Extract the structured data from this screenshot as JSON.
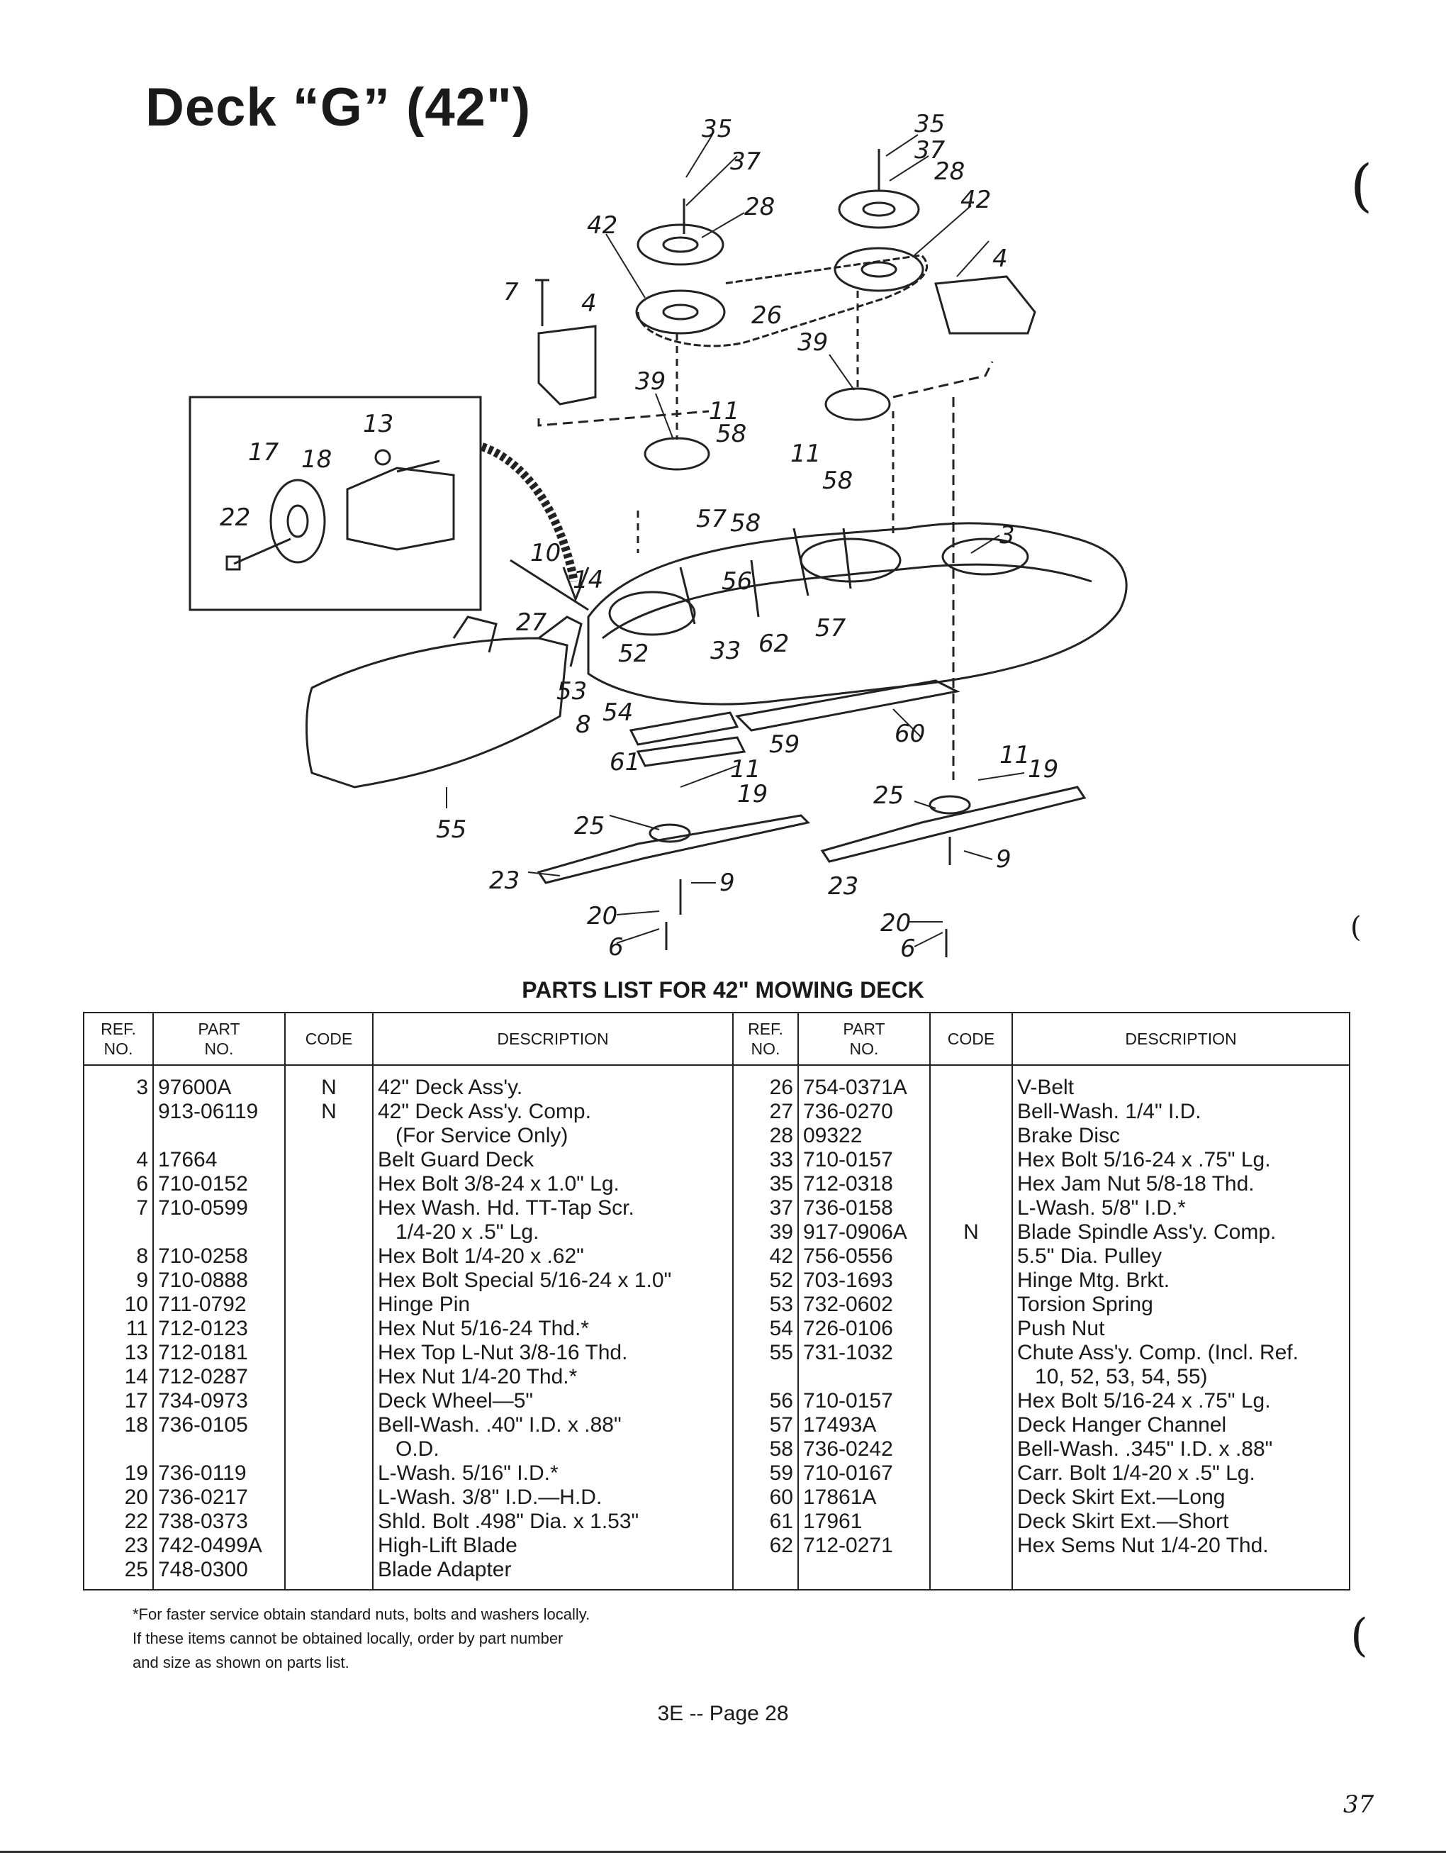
{
  "page": {
    "title": "Deck “G” (42\")",
    "parts_list_title": "PARTS LIST FOR 42\" MOWING DECK",
    "page_label": "3E -- Page 28",
    "corner_mark": "37",
    "footnote": "*For faster service obtain standard nuts, bolts and washers locally.\nIf these items cannot be obtained locally, order by part number\nand size as shown on parts list."
  },
  "diagram": {
    "callouts": [
      "35",
      "37",
      "28",
      "42",
      "7",
      "4",
      "26",
      "35",
      "37",
      "28",
      "42",
      "4",
      "39",
      "39",
      "13",
      "17",
      "18",
      "22",
      "11",
      "58",
      "11",
      "58",
      "57",
      "58",
      "3",
      "10",
      "14",
      "56",
      "27",
      "57",
      "52",
      "33",
      "62",
      "53",
      "8",
      "54",
      "60",
      "59",
      "61",
      "11",
      "19",
      "11",
      "19",
      "25",
      "25",
      "55",
      "23",
      "9",
      "9",
      "23",
      "20",
      "20",
      "6",
      "6"
    ]
  },
  "table": {
    "headers": {
      "ref": "REF.\nNO.",
      "part": "PART\nNO.",
      "code": "CODE",
      "description": "DESCRIPTION"
    },
    "left": {
      "ref": [
        "3",
        "",
        "",
        "4",
        "6",
        "7",
        "",
        "8",
        "9",
        "10",
        "11",
        "13",
        "14",
        "17",
        "18",
        "",
        "19",
        "20",
        "22",
        "23",
        "25"
      ],
      "part": [
        "97600A",
        "913-06119",
        "",
        "17664",
        "710-0152",
        "710-0599",
        "",
        "710-0258",
        "710-0888",
        "711-0792",
        "712-0123",
        "712-0181",
        "712-0287",
        "734-0973",
        "736-0105",
        "",
        "736-0119",
        "736-0217",
        "738-0373",
        "742-0499A",
        "748-0300"
      ],
      "code": [
        "N",
        "N",
        "",
        "",
        "",
        "",
        "",
        "",
        "",
        "",
        "",
        "",
        "",
        "",
        "",
        "",
        "",
        "",
        "",
        "",
        ""
      ],
      "description": [
        "42\" Deck Ass'y.",
        "42\" Deck Ass'y. Comp.",
        "   (For Service Only)",
        "Belt Guard Deck",
        "Hex Bolt 3/8-24 x 1.0\" Lg.",
        "Hex Wash. Hd. TT-Tap Scr.",
        "   1/4-20 x .5\" Lg.",
        "Hex Bolt 1/4-20 x .62\"",
        "Hex Bolt Special 5/16-24 x 1.0\"",
        "Hinge Pin",
        "Hex Nut 5/16-24 Thd.*",
        "Hex Top L-Nut 3/8-16 Thd.",
        "Hex Nut 1/4-20 Thd.*",
        "Deck Wheel—5\"",
        "Bell-Wash. .40\" I.D. x .88\"",
        "   O.D.",
        "L-Wash. 5/16\" I.D.*",
        "L-Wash. 3/8\" I.D.—H.D.",
        "Shld. Bolt .498\" Dia. x 1.53\"",
        "High-Lift Blade",
        "Blade Adapter"
      ]
    },
    "right": {
      "ref": [
        "26",
        "27",
        "28",
        "33",
        "35",
        "37",
        "39",
        "42",
        "52",
        "53",
        "54",
        "55",
        "",
        "56",
        "57",
        "58",
        "59",
        "60",
        "61",
        "62"
      ],
      "part": [
        "754-0371A",
        "736-0270",
        "09322",
        "710-0157",
        "712-0318",
        "736-0158",
        "917-0906A",
        "756-0556",
        "703-1693",
        "732-0602",
        "726-0106",
        "731-1032",
        "",
        "710-0157",
        "17493A",
        "736-0242",
        "710-0167",
        "17861A",
        "17961",
        "712-0271"
      ],
      "code": [
        "",
        "",
        "",
        "",
        "",
        "",
        "N",
        "",
        "",
        "",
        "",
        "",
        "",
        "",
        "",
        "",
        "",
        "",
        "",
        ""
      ],
      "description": [
        "V-Belt",
        "Bell-Wash. 1/4\" I.D.",
        "Brake Disc",
        "Hex Bolt 5/16-24 x .75\" Lg.",
        "Hex Jam Nut 5/8-18 Thd.",
        "L-Wash. 5/8\" I.D.*",
        "Blade Spindle Ass'y. Comp.",
        "5.5\" Dia. Pulley",
        "Hinge Mtg. Brkt.",
        "Torsion Spring",
        "Push Nut",
        "Chute Ass'y. Comp. (Incl. Ref.",
        "   10, 52, 53, 54, 55)",
        "Hex Bolt 5/16-24 x .75\" Lg.",
        "Deck Hanger Channel",
        "Bell-Wash. .345\" I.D. x .88\"",
        "Carr. Bolt 1/4-20 x .5\" Lg.",
        "Deck Skirt Ext.—Long",
        "Deck Skirt Ext.—Short",
        "Hex Sems Nut 1/4-20 Thd."
      ]
    }
  }
}
